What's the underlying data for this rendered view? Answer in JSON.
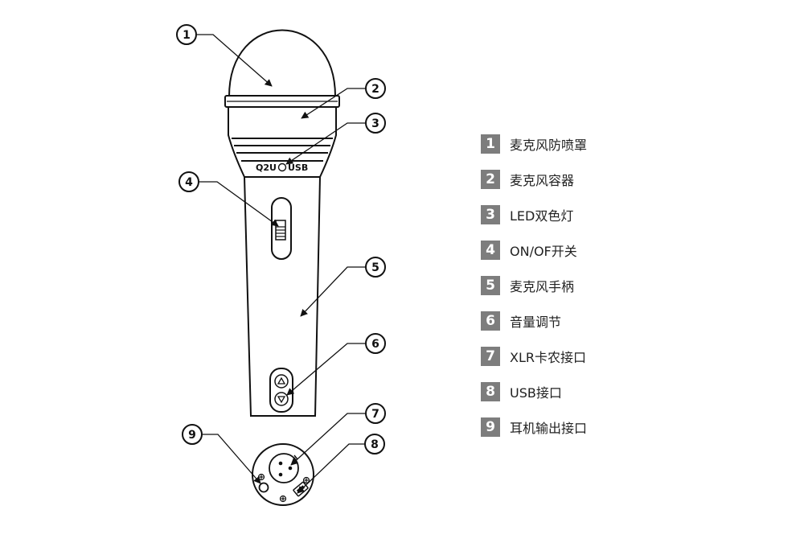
{
  "band_labels": {
    "left": "Q2U",
    "right": "USB"
  },
  "legend": [
    {
      "num": "1",
      "label": "麦克风防喷罩"
    },
    {
      "num": "2",
      "label": "麦克风容器"
    },
    {
      "num": "3",
      "label": "LED双色灯"
    },
    {
      "num": "4",
      "label": "ON/OF开关"
    },
    {
      "num": "5",
      "label": "麦克风手柄"
    },
    {
      "num": "6",
      "label": "音量调节"
    },
    {
      "num": "7",
      "label": "XLR卡农接口"
    },
    {
      "num": "8",
      "label": "USB接口"
    },
    {
      "num": "9",
      "label": "耳机输出接口"
    }
  ],
  "callouts": [
    "1",
    "2",
    "3",
    "4",
    "5",
    "6",
    "7",
    "8",
    "9"
  ]
}
